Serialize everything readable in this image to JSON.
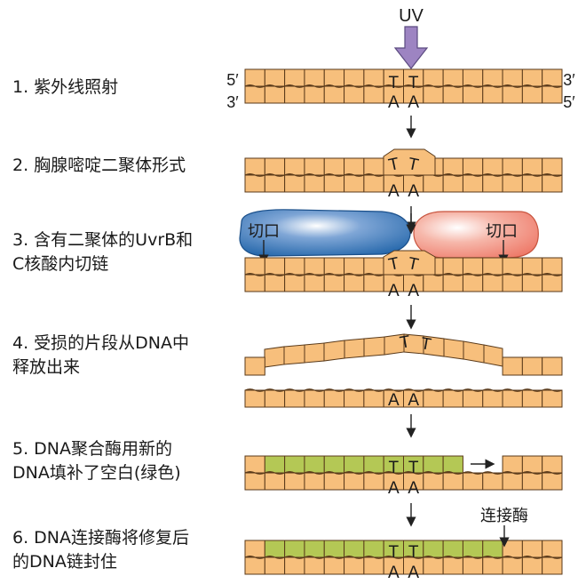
{
  "uv_label": "UV",
  "strand_ends": {
    "five": "5′",
    "three": "3′"
  },
  "bases": {
    "t": "T",
    "a": "A"
  },
  "steps": [
    {
      "line1": "1. 紫外线照射",
      "line2": ""
    },
    {
      "line1": "2. 胸腺嘧啶二聚体形式",
      "line2": ""
    },
    {
      "line1": "3. 含有二聚体的UvrB和",
      "line2": "C核酸内切链"
    },
    {
      "line1": "4. 受损的片段从DNA中",
      "line2": "释放出来"
    },
    {
      "line1": "5. DNA聚合酶用新的",
      "line2": "DNA填补了空白(绿色)"
    },
    {
      "line1": "6. DNA连接酶将修复后",
      "line2": "的DNA链封住"
    }
  ],
  "cut_label": "切口",
  "ligase_label": "连接酶",
  "colors": {
    "dna": "#f7bf7c",
    "dna_stroke": "#5a3a1a",
    "new_dna": "#b4c855",
    "uv_arrow": "#9d84c2",
    "uvrb": "#1f63a8",
    "uvrc": "#ef8a78"
  }
}
